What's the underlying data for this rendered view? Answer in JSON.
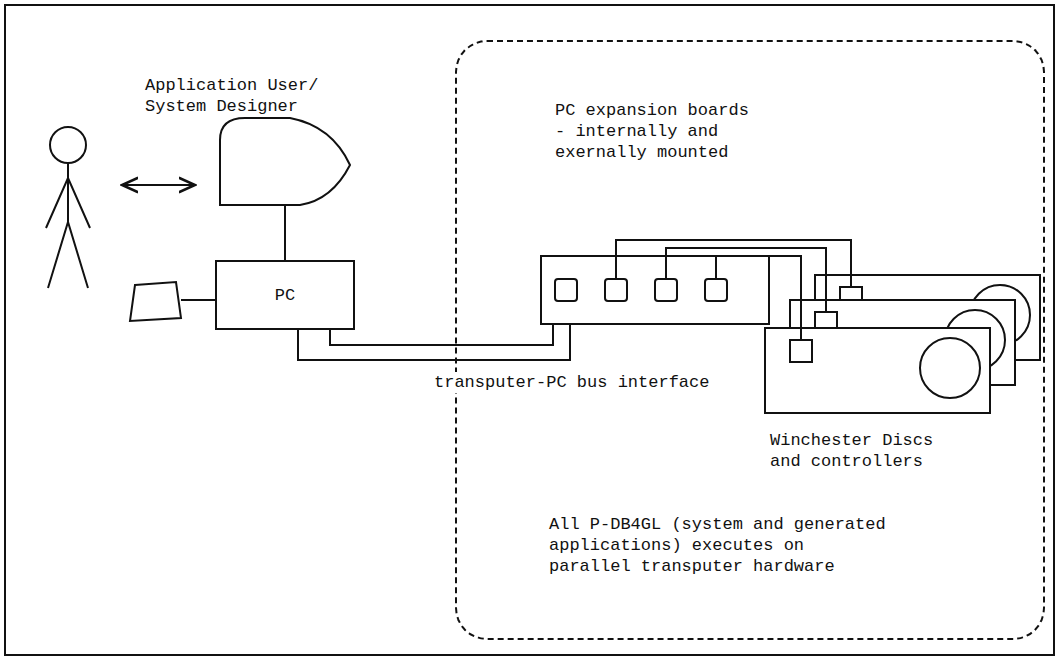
{
  "diagram": {
    "nodes": [
      {
        "text": [
          "PC"
        ]
      },
      {
        "text": [
          "All P-DB4GL (system and generated applications) executes on parallel transputer hardware"
        ]
      },
      {
        "text": [
          "transputer-PC bus interface"
        ],
        "in": 1
      }
    ],
    "edges": [
      {
        "from": 0,
        "to": 2,
        "arrow": "none"
      },
      {
        "from": 0,
        "to": 2,
        "arrow": "none"
      }
    ],
    "labels": [
      "Application User/ System Designer",
      "PC expansion boards - internally and exernally mounted",
      "Winchester Discs and controllers"
    ]
  }
}
